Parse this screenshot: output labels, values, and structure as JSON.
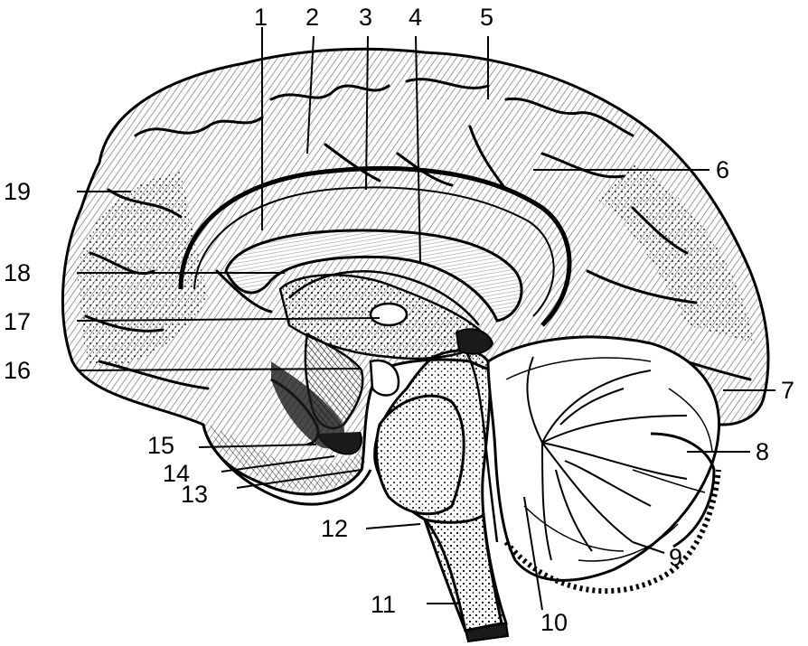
{
  "figure": {
    "colors": {
      "ink": "#000000",
      "paper": "#ffffff",
      "shade": "#5a5a5a",
      "dark": "#1a1a1a"
    },
    "labels": {
      "l1": "1",
      "l2": "2",
      "l3": "3",
      "l4": "4",
      "l5": "5",
      "l6": "6",
      "l7": "7",
      "l8": "8",
      "l9": "9",
      "l10": "10",
      "l11": "11",
      "l12": "12",
      "l13": "13",
      "l14": "14",
      "l15": "15",
      "l16": "16",
      "l17": "17",
      "l18": "18",
      "l19": "19"
    }
  }
}
